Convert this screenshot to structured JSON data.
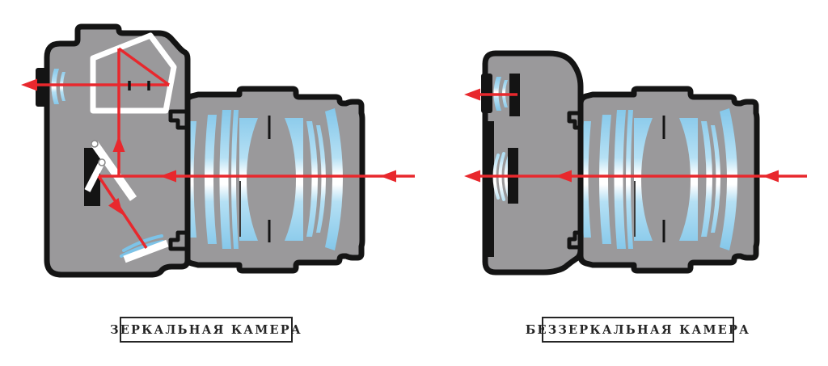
{
  "figure": {
    "type": "camera-cross-section-comparison",
    "background": "#ffffff"
  },
  "colors": {
    "camera_body_gray": "#9A999B",
    "outline_black": "#141414",
    "lens_glass_blue": "#7CC3E8",
    "lens_glass_highlight": "#FFFFFF",
    "light_ray_red": "#E8282D",
    "mirror_white": "#FFFFFF",
    "label_text": "#252525",
    "label_border": "#252525"
  },
  "panels": {
    "left": {
      "label": "ЗЕРКАЛЬНАЯ КАМЕРА",
      "camera_type": "dslr",
      "components": [
        "eyepiece",
        "eyepiece-lens",
        "pentaprism",
        "focusing-screen-marks",
        "main-mirror",
        "secondary-mirror",
        "image-sensor",
        "af-module",
        "lens-elements",
        "light-path-arrows"
      ]
    },
    "right": {
      "label": "БЕЗЗЕРКАЛЬНАЯ КАМЕРА",
      "camera_type": "mirrorless",
      "components": [
        "evf-eyepiece",
        "evf-display",
        "rear-screen",
        "image-sensor",
        "sensor-filter-stack",
        "lens-elements",
        "light-path-arrows"
      ]
    }
  }
}
